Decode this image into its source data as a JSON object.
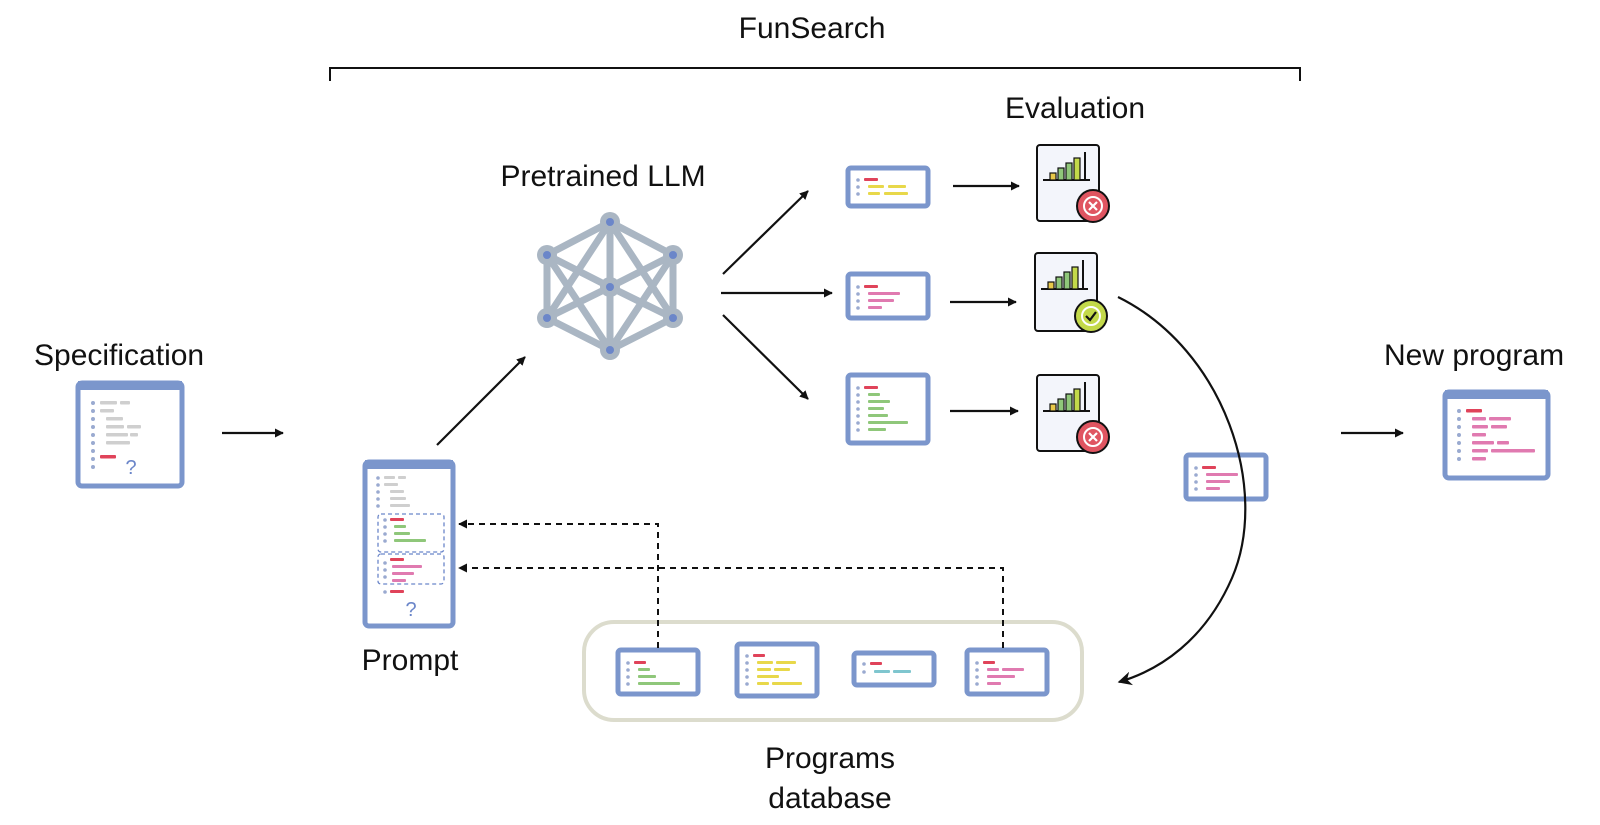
{
  "labels": {
    "funsearch": "FunSearch",
    "evaluation": "Evaluation",
    "pretrained_llm": "Pretrained LLM",
    "specification": "Specification",
    "new_program": "New program",
    "prompt": "Prompt",
    "programs_database_line1": "Programs",
    "programs_database_line2": "database"
  },
  "glyphs": {
    "unknown": "?"
  },
  "colors": {
    "doc_frame": "#7b96cc",
    "doc_fill": "#ffffff",
    "network": "#aab6c3",
    "network_node_center": "#6b86c9",
    "arrow": "#111111",
    "database_border": "#dcdccd",
    "eval_fail": "#e05561",
    "eval_pass": "#c3d94a",
    "code_red": "#e0435a",
    "code_yellow": "#e8d84a",
    "code_green": "#8fc77a",
    "code_pink": "#e07ab0",
    "code_teal": "#7fc6cf",
    "code_gray": "#cfcfcf"
  },
  "evaluation_results": [
    "fail",
    "pass",
    "fail"
  ]
}
